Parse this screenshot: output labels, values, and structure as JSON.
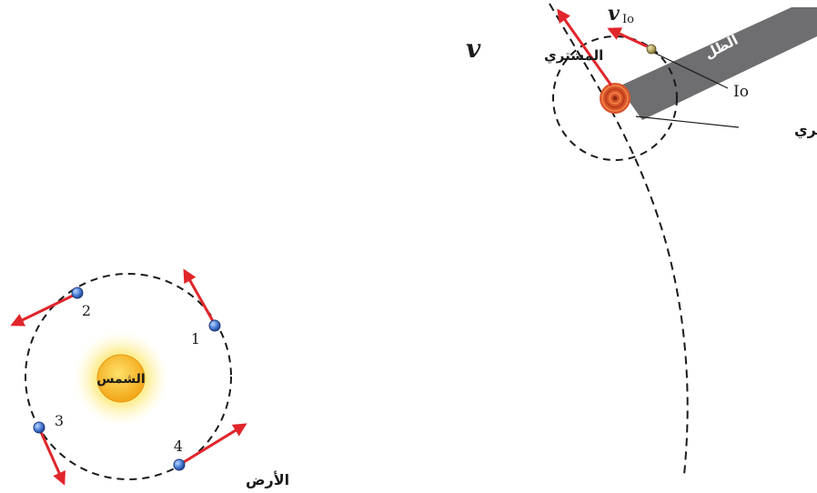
{
  "colors": {
    "arrow": "#e0262b",
    "orbit": "#1a1a1a",
    "sun_core": "#f7b41c",
    "planet": "#3a6fd0",
    "shadow": "#6e6e70",
    "jupiter": "#d9532a"
  },
  "solar_system": {
    "sun_label": "الشمس",
    "earth_label": "الأرض",
    "positions": [
      "1",
      "2",
      "3",
      "4"
    ]
  },
  "jupiter_system": {
    "shadow_label": "الظل",
    "io_label": "Io",
    "jupiter_label": "المشتري",
    "velocity_symbol": "v",
    "velocity_jupiter_sub": "المشتري",
    "velocity_io_sub": "Io"
  }
}
